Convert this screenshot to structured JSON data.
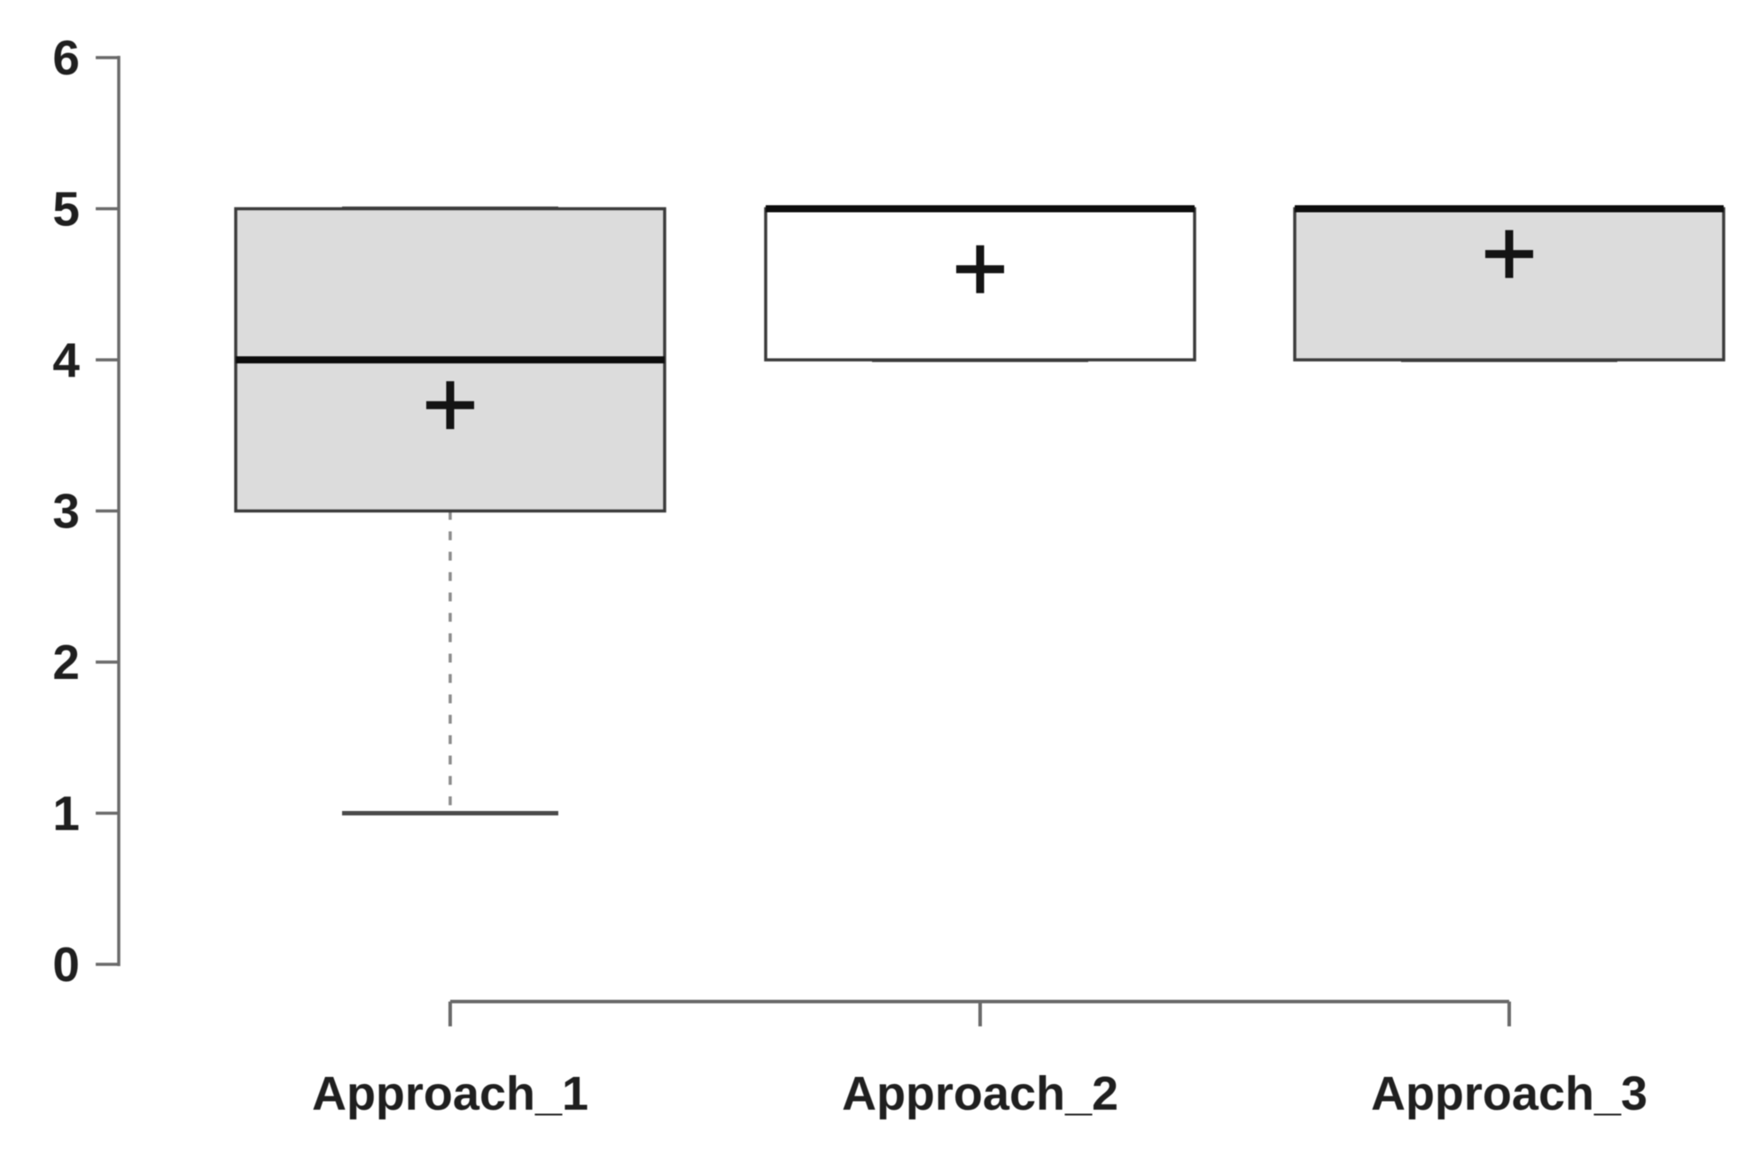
{
  "page": {
    "background": "#ffffff"
  },
  "chart_data": {
    "type": "boxplot",
    "title": "",
    "xlabel": "",
    "ylabel": "",
    "ylim": [
      0,
      6
    ],
    "yticks": [
      0,
      1,
      2,
      3,
      4,
      5,
      6
    ],
    "grid": false,
    "legend": false,
    "mean_marker": "plus",
    "categories": [
      "Approach_1",
      "Approach_2",
      "Approach_3"
    ],
    "series": [
      {
        "label": "Approach_1",
        "whisker_low": 1,
        "q1": 3,
        "median": 4,
        "q3": 5,
        "whisker_high": 5,
        "mean": 3.7,
        "fill": "#dcdcdc"
      },
      {
        "label": "Approach_2",
        "whisker_low": 4,
        "q1": 4,
        "median": 5,
        "q3": 5,
        "whisker_high": 5,
        "mean": 4.6,
        "fill": "#ffffff"
      },
      {
        "label": "Approach_3",
        "whisker_low": 4,
        "q1": 4,
        "median": 5,
        "q3": 5,
        "whisker_high": 5,
        "mean": 4.7,
        "fill": "#dcdcdc"
      }
    ],
    "colors": {
      "axis": "#6a6a6a",
      "box_border": "#3c3c3c",
      "median": "#0d0d0d",
      "whisker": "#8c8c8c",
      "staple": "#4a4a4a",
      "mean": "#141414",
      "text": "#1f1f1f"
    }
  }
}
